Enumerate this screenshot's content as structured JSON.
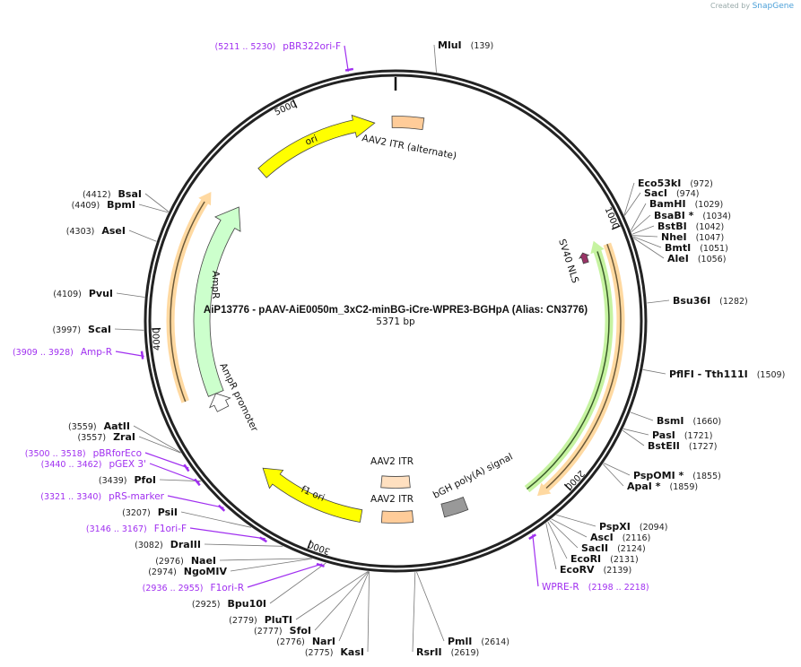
{
  "credit": {
    "created_by": "Created by",
    "brand": "SnapGene"
  },
  "plasmid": {
    "title": "AiP13776 - pAAV-AiE0050m_3xC2-minBG-iCre-WPRE3-BGHpA (Alias: CN3776)",
    "length": "5371 bp",
    "ticks": [
      "1000",
      "2000",
      "3000",
      "4000",
      "5000"
    ]
  },
  "features": [
    {
      "name": "ori",
      "color": "#ffff00"
    },
    {
      "name": "AAV2 ITR (alternate)",
      "color": "#ffcc99"
    },
    {
      "name": "AmpR",
      "color": "#ccffcc"
    },
    {
      "name": "AmpR promoter",
      "color": "#ffffff"
    },
    {
      "name": "SV40 NLS",
      "color": "#993366"
    },
    {
      "name": "f1 ori",
      "color": "#ffff00"
    },
    {
      "name": "AAV2 ITR",
      "color": "#ffe0c0"
    },
    {
      "name": "AAV2 ITR",
      "color": "#ffcc99"
    },
    {
      "name": "bGH poly(A) signal",
      "color": "#999999"
    }
  ],
  "labels": [
    {
      "type": "enzyme",
      "name": "MluI",
      "pos": "(139)"
    },
    {
      "type": "enzyme",
      "name": "Eco53kI",
      "pos": "(972)"
    },
    {
      "type": "enzyme",
      "name": "SacI",
      "pos": "(974)"
    },
    {
      "type": "enzyme",
      "name": "BamHI",
      "pos": "(1029)"
    },
    {
      "type": "enzyme",
      "name": "BsaBI *",
      "pos": "(1034)"
    },
    {
      "type": "enzyme",
      "name": "BstBI",
      "pos": "(1042)"
    },
    {
      "type": "enzyme",
      "name": "NheI",
      "pos": "(1047)"
    },
    {
      "type": "enzyme",
      "name": "BmtI",
      "pos": "(1051)"
    },
    {
      "type": "enzyme",
      "name": "AleI",
      "pos": "(1056)"
    },
    {
      "type": "enzyme",
      "name": "Bsu36I",
      "pos": "(1282)"
    },
    {
      "type": "enzyme",
      "name": "PflFI - Tth111I",
      "pos": "(1509)"
    },
    {
      "type": "enzyme",
      "name": "BsmI",
      "pos": "(1660)"
    },
    {
      "type": "enzyme",
      "name": "PasI",
      "pos": "(1721)"
    },
    {
      "type": "enzyme",
      "name": "BstEII",
      "pos": "(1727)"
    },
    {
      "type": "enzyme",
      "name": "PspOMI *",
      "pos": "(1855)"
    },
    {
      "type": "enzyme",
      "name": "ApaI *",
      "pos": "(1859)"
    },
    {
      "type": "enzyme",
      "name": "PspXI",
      "pos": "(2094)"
    },
    {
      "type": "enzyme",
      "name": "AscI",
      "pos": "(2116)"
    },
    {
      "type": "enzyme",
      "name": "SacII",
      "pos": "(2124)"
    },
    {
      "type": "enzyme",
      "name": "EcoRI",
      "pos": "(2131)"
    },
    {
      "type": "enzyme",
      "name": "EcoRV",
      "pos": "(2139)"
    },
    {
      "type": "primer",
      "name": "WPRE-R",
      "pos": "(2198 .. 2218)"
    },
    {
      "type": "enzyme",
      "name": "PmlI",
      "pos": "(2614)"
    },
    {
      "type": "enzyme",
      "name": "RsrII",
      "pos": "(2619)"
    },
    {
      "type": "enzyme",
      "name": "KasI",
      "pos": "(2775)"
    },
    {
      "type": "enzyme",
      "name": "NarI",
      "pos": "(2776)"
    },
    {
      "type": "enzyme",
      "name": "SfoI",
      "pos": "(2777)"
    },
    {
      "type": "enzyme",
      "name": "PluTI",
      "pos": "(2779)"
    },
    {
      "type": "enzyme",
      "name": "Bpu10I",
      "pos": "(2925)"
    },
    {
      "type": "primer",
      "name": "F1ori-R",
      "pos": "(2936 .. 2955)"
    },
    {
      "type": "enzyme",
      "name": "NgoMIV",
      "pos": "(2974)"
    },
    {
      "type": "enzyme",
      "name": "NaeI",
      "pos": "(2976)"
    },
    {
      "type": "enzyme",
      "name": "DraIII",
      "pos": "(3082)"
    },
    {
      "type": "primer",
      "name": "F1ori-F",
      "pos": "(3146 .. 3167)"
    },
    {
      "type": "enzyme",
      "name": "PsiI",
      "pos": "(3207)"
    },
    {
      "type": "primer",
      "name": "pRS-marker",
      "pos": "(3321 .. 3340)"
    },
    {
      "type": "enzyme",
      "name": "PfoI",
      "pos": "(3439)"
    },
    {
      "type": "primer",
      "name": "pGEX 3'",
      "pos": "(3440 .. 3462)"
    },
    {
      "type": "primer",
      "name": "pBRforEco",
      "pos": "(3500 .. 3518)"
    },
    {
      "type": "enzyme",
      "name": "ZraI",
      "pos": "(3557)"
    },
    {
      "type": "enzyme",
      "name": "AatII",
      "pos": "(3559)"
    },
    {
      "type": "primer",
      "name": "Amp-R",
      "pos": "(3909 .. 3928)"
    },
    {
      "type": "enzyme",
      "name": "ScaI",
      "pos": "(3997)"
    },
    {
      "type": "enzyme",
      "name": "PvuI",
      "pos": "(4109)"
    },
    {
      "type": "enzyme",
      "name": "AseI",
      "pos": "(4303)"
    },
    {
      "type": "enzyme",
      "name": "BpmI",
      "pos": "(4409)"
    },
    {
      "type": "enzyme",
      "name": "BsaI",
      "pos": "(4412)"
    },
    {
      "type": "primer",
      "name": "pBR322ori-F",
      "pos": "(5211 .. 5230)"
    }
  ]
}
